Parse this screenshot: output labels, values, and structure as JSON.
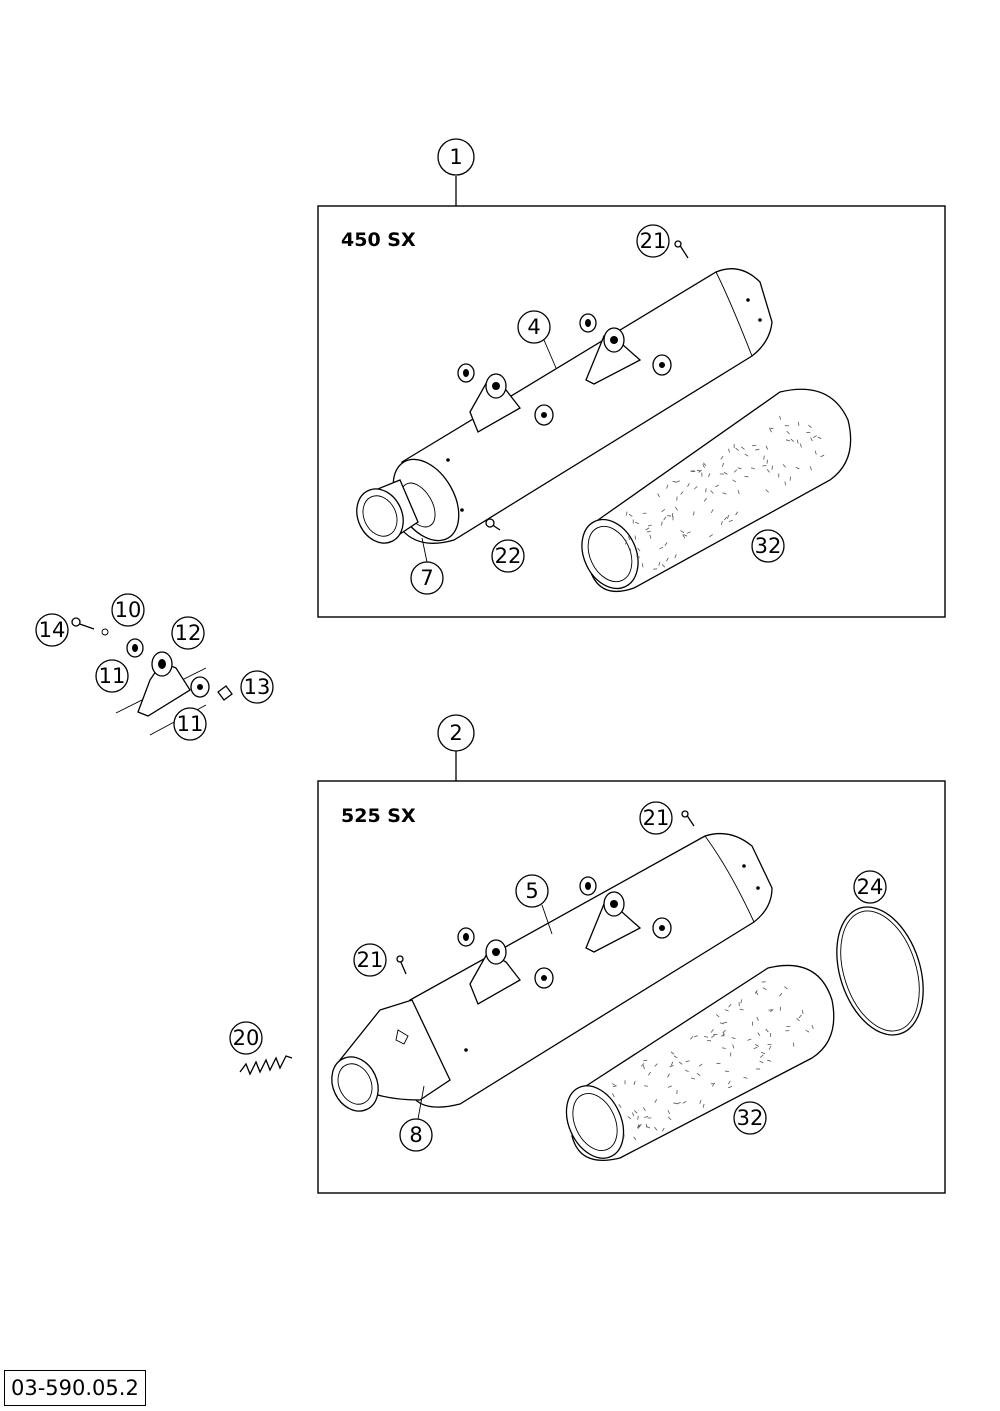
{
  "assemblies": [
    {
      "number": "1",
      "model": "450 SX"
    },
    {
      "number": "2",
      "model": "525 SX"
    }
  ],
  "callouts": {
    "c1": "1",
    "c2": "2",
    "c4": "4",
    "c5": "5",
    "c7": "7",
    "c8": "8",
    "c10": "10",
    "c11a": "11",
    "c11b": "11",
    "c12": "12",
    "c13": "13",
    "c14": "14",
    "c20": "20",
    "c21a": "21",
    "c21b": "21",
    "c21c": "21",
    "c22": "22",
    "c24": "24",
    "c32a": "32",
    "c32b": "32"
  },
  "document_number": "03-590.05.2"
}
